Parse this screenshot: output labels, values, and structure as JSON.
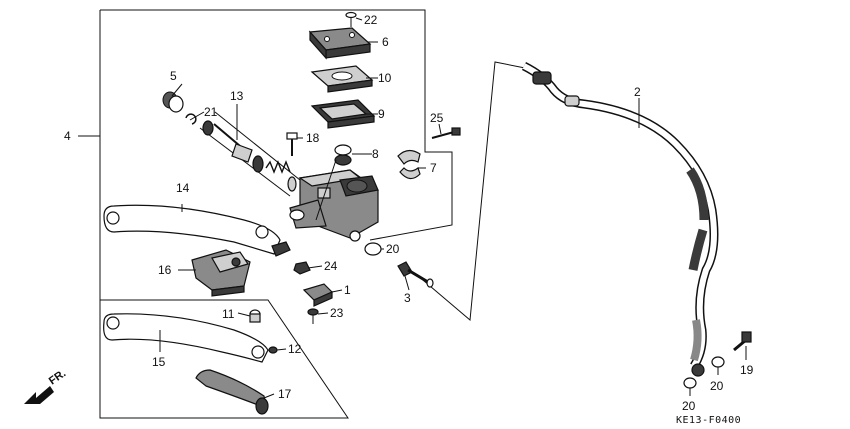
{
  "callouts": [
    {
      "id": "1",
      "text": "1"
    },
    {
      "id": "2",
      "text": "2"
    },
    {
      "id": "3",
      "text": "3"
    },
    {
      "id": "4",
      "text": "4"
    },
    {
      "id": "5",
      "text": "5"
    },
    {
      "id": "6",
      "text": "6"
    },
    {
      "id": "7",
      "text": "7"
    },
    {
      "id": "8",
      "text": "8"
    },
    {
      "id": "9",
      "text": "9"
    },
    {
      "id": "10",
      "text": "10"
    },
    {
      "id": "11",
      "text": "11"
    },
    {
      "id": "12",
      "text": "12"
    },
    {
      "id": "13",
      "text": "13"
    },
    {
      "id": "14",
      "text": "14"
    },
    {
      "id": "15",
      "text": "15"
    },
    {
      "id": "16",
      "text": "16"
    },
    {
      "id": "17",
      "text": "17"
    },
    {
      "id": "18",
      "text": "18"
    },
    {
      "id": "19",
      "text": "19"
    },
    {
      "id": "20a",
      "text": "20"
    },
    {
      "id": "20b",
      "text": "20"
    },
    {
      "id": "20c",
      "text": "20"
    },
    {
      "id": "21",
      "text": "21"
    },
    {
      "id": "22",
      "text": "22"
    },
    {
      "id": "23",
      "text": "23"
    },
    {
      "id": "24",
      "text": "24"
    },
    {
      "id": "25",
      "text": "25"
    }
  ],
  "direction_label": "FR.",
  "diagram_code": "KE13-F0400"
}
